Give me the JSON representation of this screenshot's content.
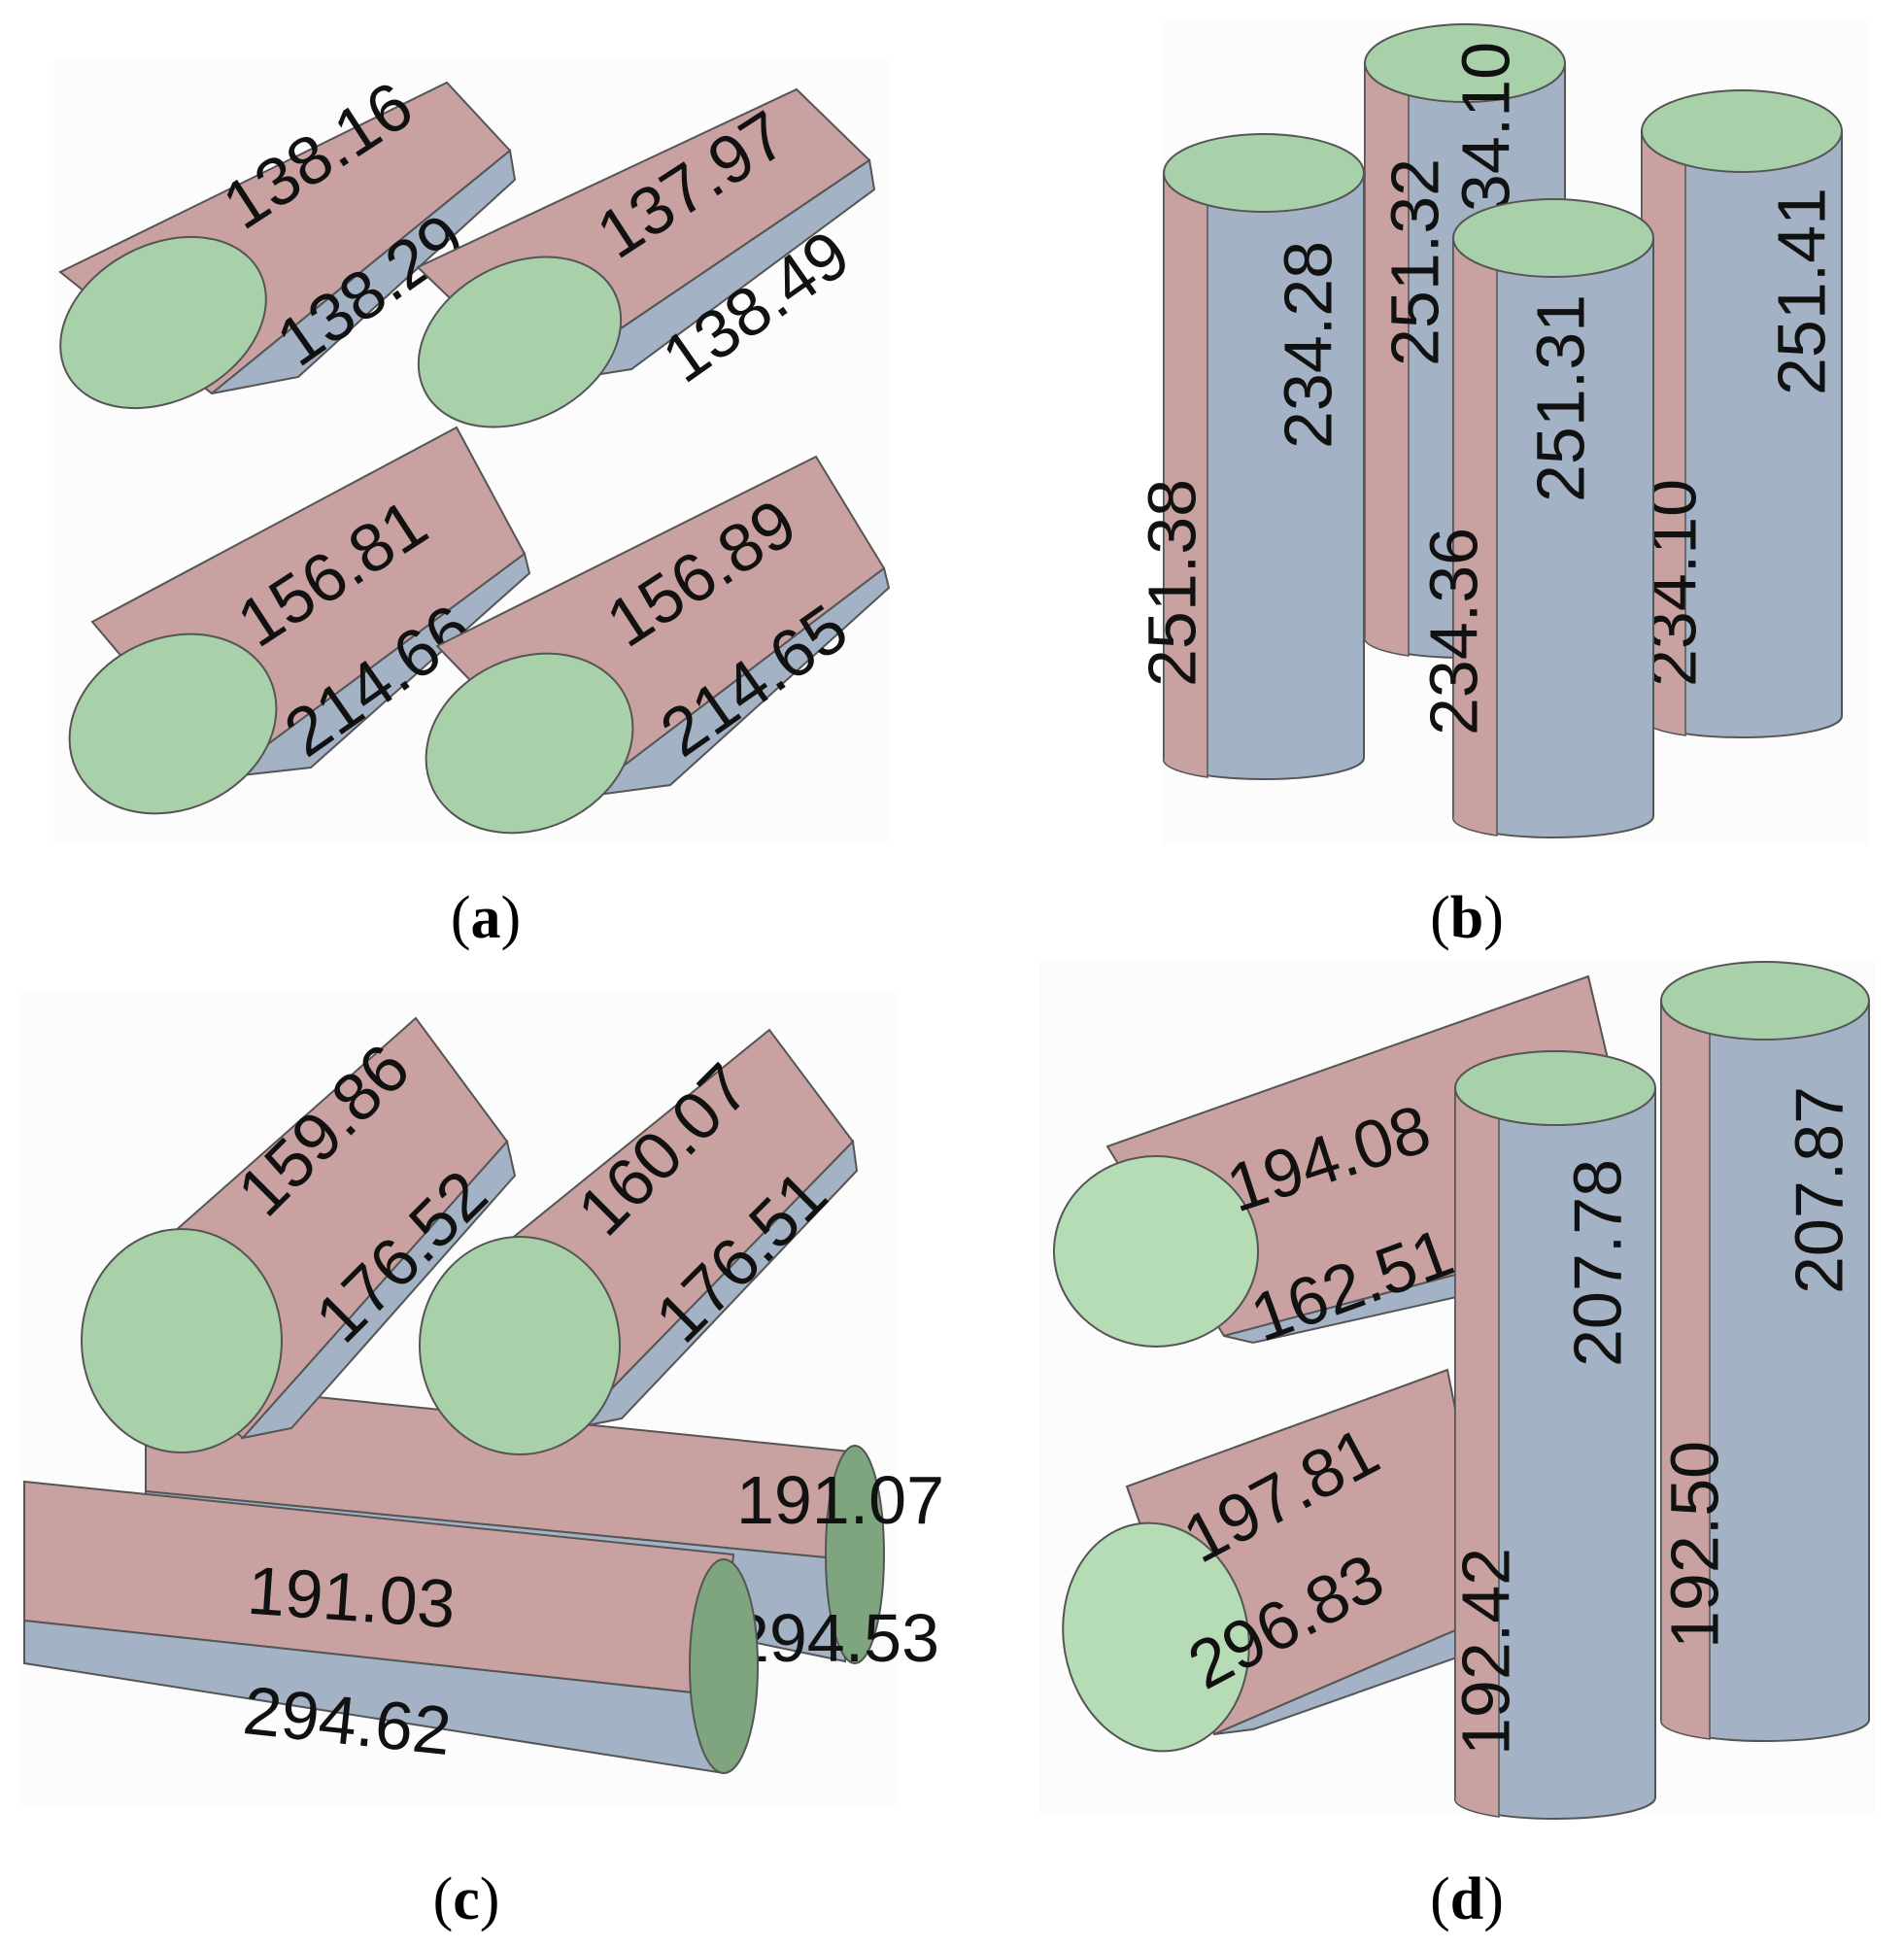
{
  "colors": {
    "red": "#c9a1a1",
    "blue": "#a3b3c5",
    "green": "#a9d1a9",
    "end_dark": "#7fa57f",
    "outline": "#555555"
  },
  "panels": [
    {
      "caption": "a",
      "cylinders": [
        {
          "top": "138.16",
          "bottom": "138.29"
        },
        {
          "top": "137.97",
          "bottom": "138.49"
        },
        {
          "top": "156.81",
          "bottom": "214.66"
        },
        {
          "top": "156.89",
          "bottom": "214.65"
        }
      ]
    },
    {
      "caption": "b",
      "cylinders": [
        {
          "left": "251.38",
          "right": "234.28"
        },
        {
          "left": "251.32",
          "right": "234.10"
        },
        {
          "left": "234.36",
          "right": "251.31"
        },
        {
          "left": "234.10",
          "right": "251.41"
        }
      ]
    },
    {
      "caption": "c",
      "cylinders": [
        {
          "top": "159.86",
          "bottom": "176.52"
        },
        {
          "top": "160.07",
          "bottom": "176.51"
        },
        {
          "top": "191.07",
          "bottom": "294.53"
        },
        {
          "top": "191.03",
          "bottom": "294.62"
        }
      ]
    },
    {
      "caption": "d",
      "cylinders": [
        {
          "top": "194.08",
          "bottom": "162.51"
        },
        {
          "top": "197.81",
          "bottom": "296.83"
        },
        {
          "left": "192.42",
          "right": "207.78"
        },
        {
          "left": "192.50",
          "right": "207.87"
        }
      ]
    }
  ]
}
